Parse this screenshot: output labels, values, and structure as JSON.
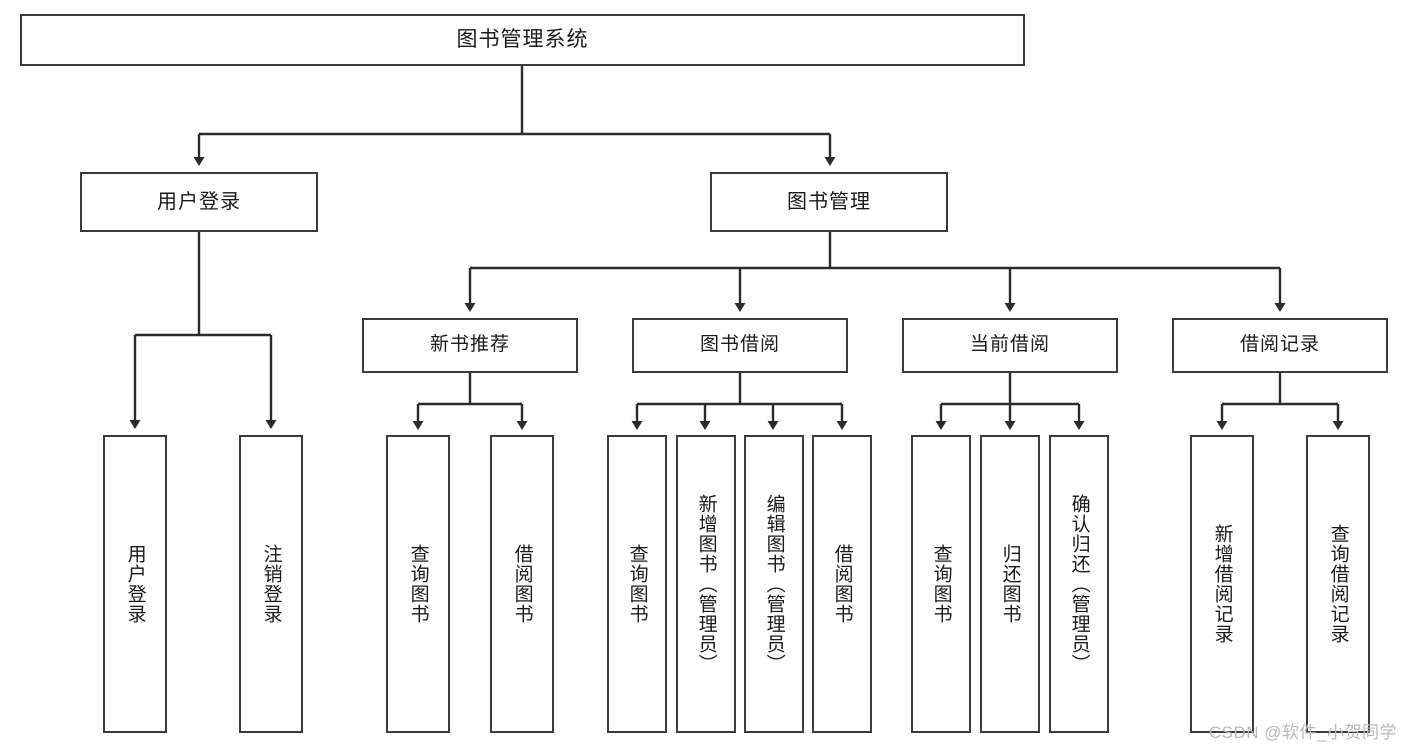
{
  "diagram": {
    "title": "图书管理系统",
    "type": "tree-hierarchy",
    "stroke_color": "#3b3b3b",
    "background_color": "#ffffff",
    "text_color": "#1a1a1a"
  },
  "root": {
    "label": "图书管理系统"
  },
  "level2": [
    {
      "label": "用户登录"
    },
    {
      "label": "图书管理"
    }
  ],
  "level3": [
    {
      "label": "新书推荐"
    },
    {
      "label": "图书借阅"
    },
    {
      "label": "当前借阅"
    },
    {
      "label": "借阅记录"
    }
  ],
  "leaves": {
    "user_login": [
      {
        "label": "用户登录"
      },
      {
        "label": "注销登录"
      }
    ],
    "new_book_recommend": [
      {
        "label": "查询图书"
      },
      {
        "label": "借阅图书"
      }
    ],
    "book_borrow": [
      {
        "label": "查询图书"
      },
      {
        "label": "新增图书（管理员）"
      },
      {
        "label": "编辑图书（管理员）"
      },
      {
        "label": "借阅图书"
      }
    ],
    "current_borrow": [
      {
        "label": "查询图书"
      },
      {
        "label": "归还图书"
      },
      {
        "label": "确认归还（管理员）"
      }
    ],
    "borrow_record": [
      {
        "label": "新增借阅记录"
      },
      {
        "label": "查询借阅记录"
      }
    ]
  },
  "watermark": {
    "text": "CSDN @软件_小贺同学"
  }
}
